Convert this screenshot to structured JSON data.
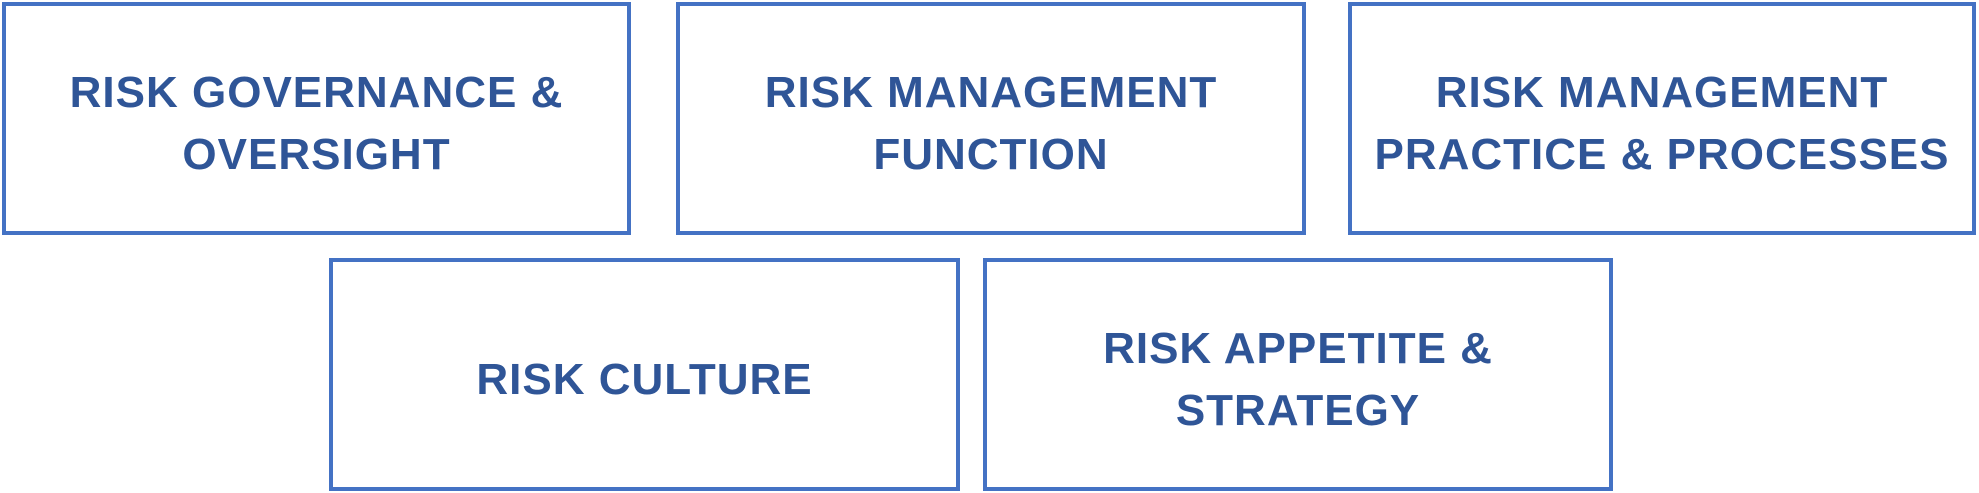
{
  "colors": {
    "border": "#4472c4",
    "text": "#2f5597",
    "background": "#ffffff"
  },
  "boxes": [
    {
      "label": "RISK GOVERNANCE &\nOVERSIGHT"
    },
    {
      "label": "RISK MANAGEMENT\nFUNCTION"
    },
    {
      "label": "RISK MANAGEMENT\nPRACTICE & PROCESSES"
    },
    {
      "label": "RISK CULTURE"
    },
    {
      "label": "RISK APPETITE &\nSTRATEGY"
    }
  ]
}
